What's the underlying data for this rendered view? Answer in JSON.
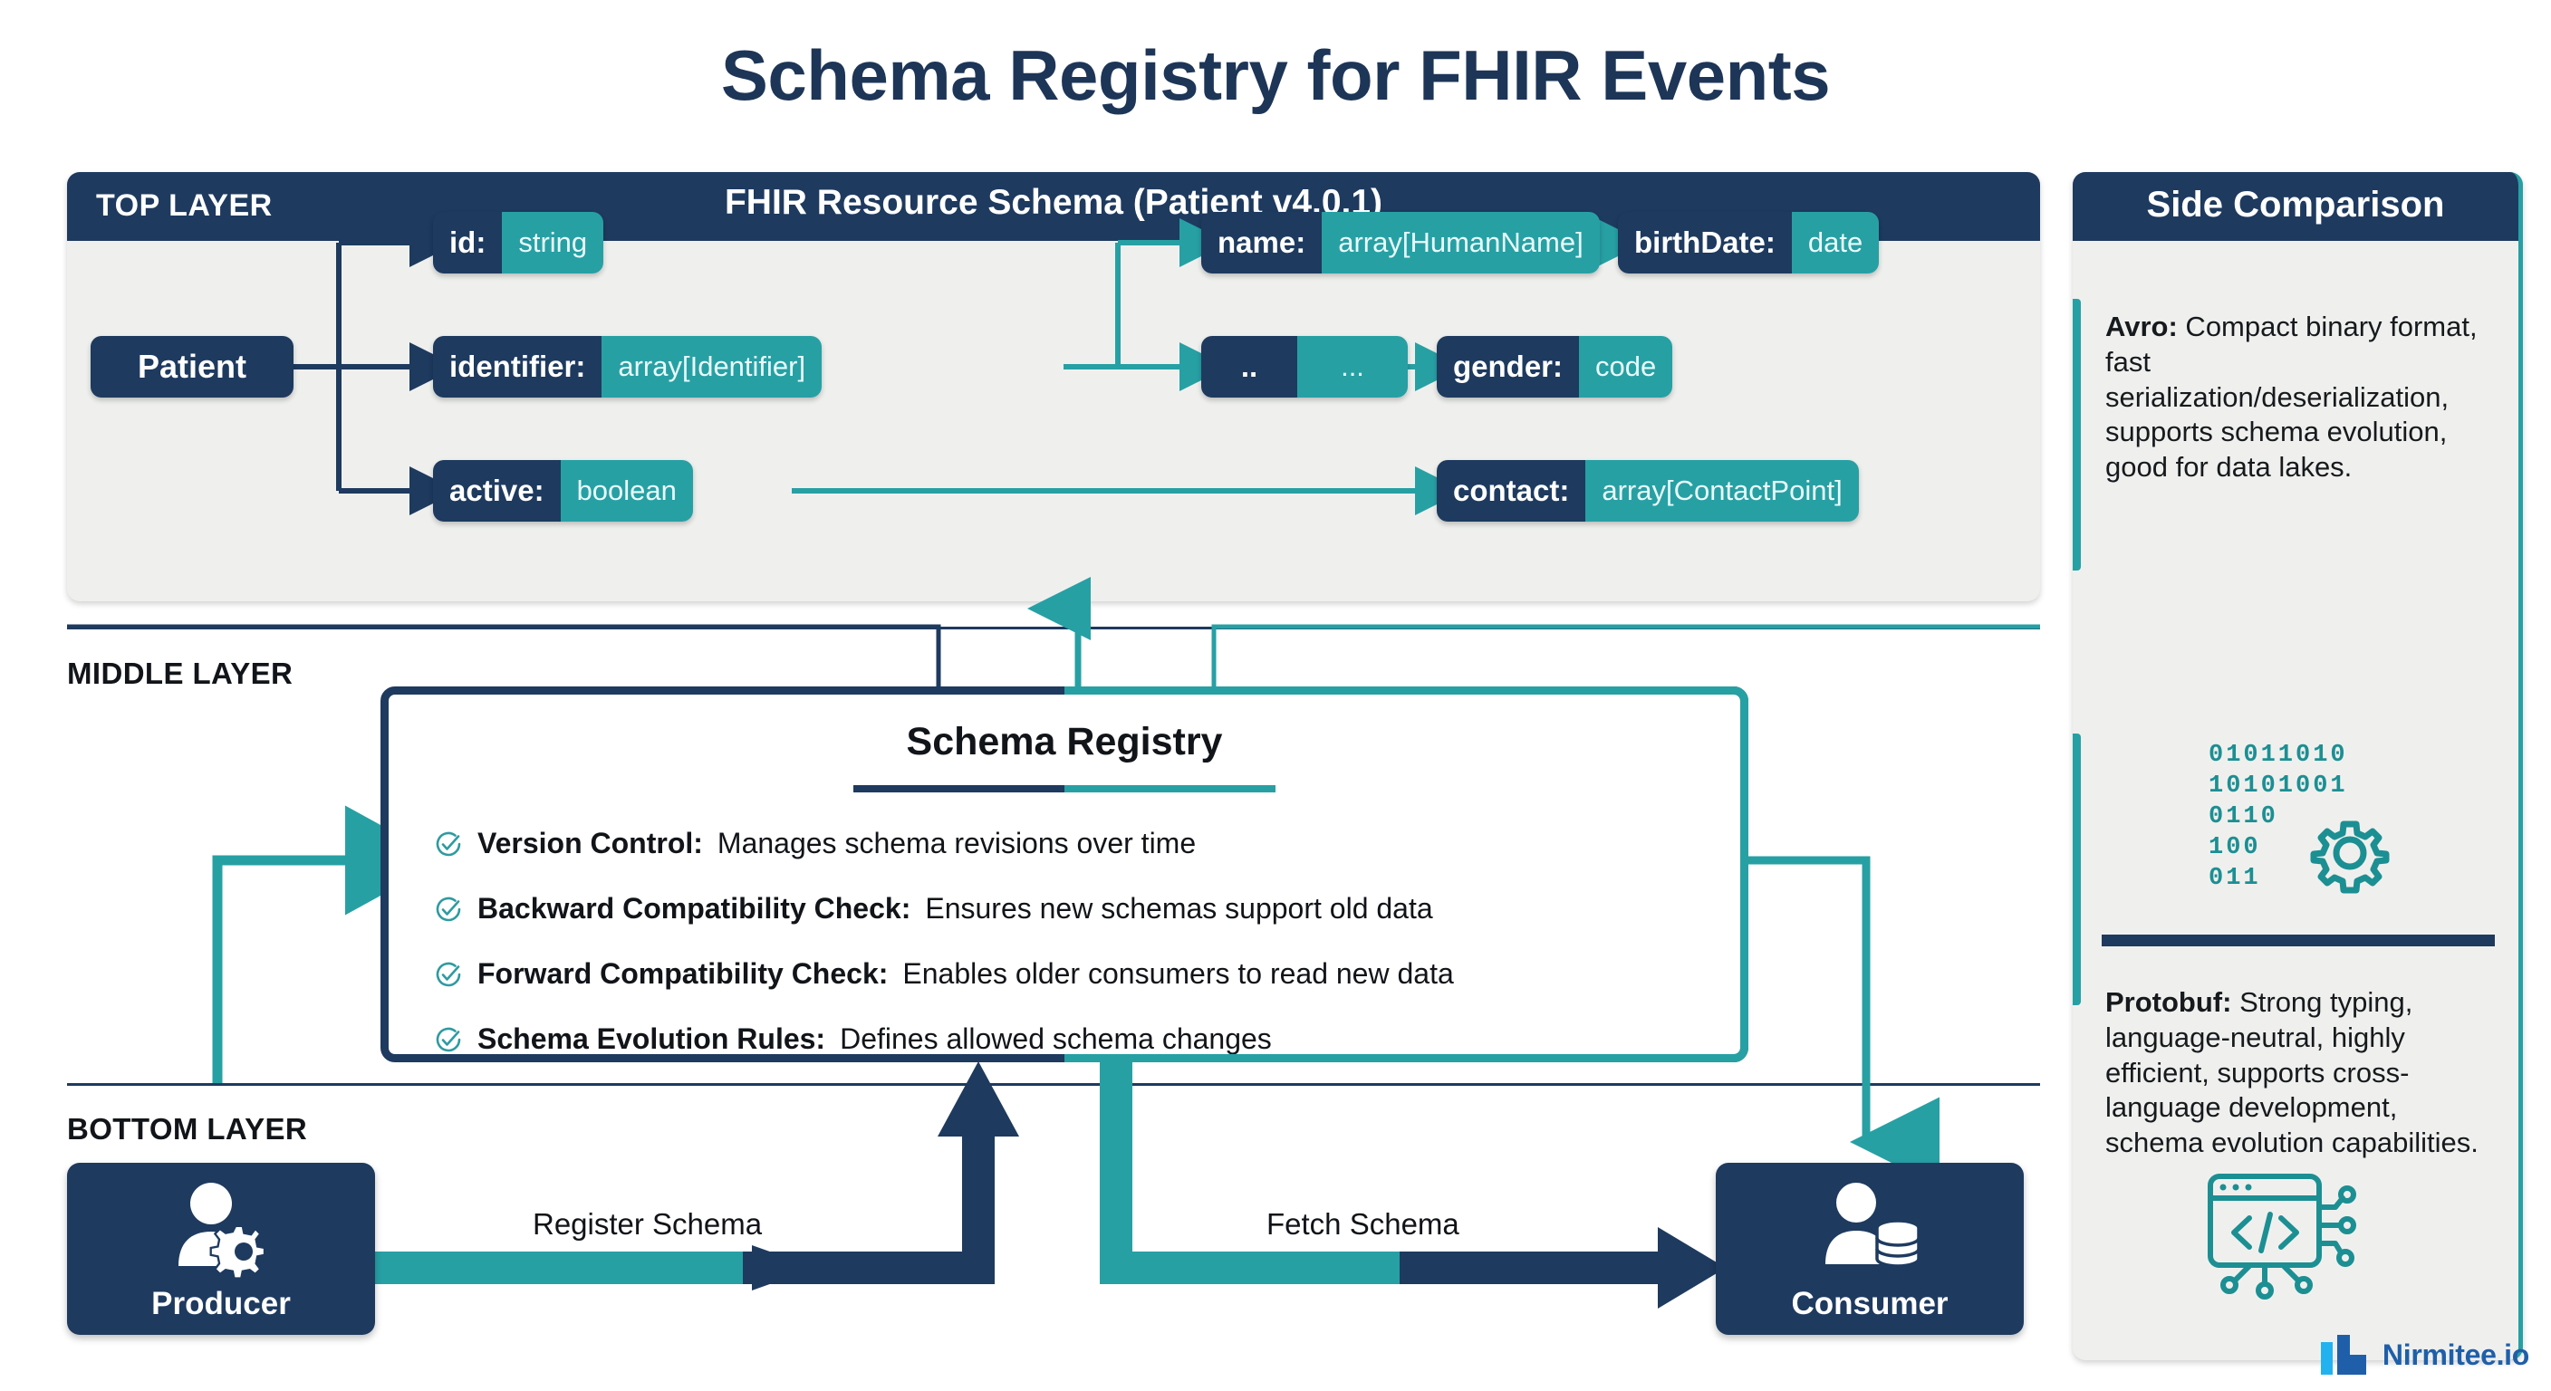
{
  "title": "Schema Registry for FHIR Events",
  "top_layer": {
    "layer_tag": "TOP LAYER",
    "card_title": "FHIR Resource Schema (Patient v4.0.1)",
    "root_node": "Patient",
    "fields": [
      {
        "key": "id:",
        "type": "string"
      },
      {
        "key": "identifier:",
        "type": "array[Identifier]"
      },
      {
        "key": "active:",
        "type": "boolean"
      },
      {
        "key": "name:",
        "type": "array[HumanName]"
      },
      {
        "key": "birthDate:",
        "type": "date"
      },
      {
        "key": "..",
        "type": "..."
      },
      {
        "key": "gender:",
        "type": "code"
      },
      {
        "key": "contact:",
        "type": "array[ContactPoint]"
      }
    ]
  },
  "middle_layer": {
    "layer_tag": "MIDDLE LAYER",
    "panel_title": "Schema Registry",
    "items": [
      {
        "bold": "Version Control:",
        "rest": "Manages schema revisions over time"
      },
      {
        "bold": "Backward Compatibility Check:",
        "rest": "Ensures new schemas support old data"
      },
      {
        "bold": "Forward Compatibility Check:",
        "rest": "Enables older consumers to read new data"
      },
      {
        "bold": "Schema Evolution Rules:",
        "rest": "Defines allowed schema changes"
      }
    ]
  },
  "bottom_layer": {
    "layer_tag": "BOTTOM LAYER",
    "producer_label": "Producer",
    "consumer_label": "Consumer",
    "register_flow_label": "Register Schema",
    "fetch_flow_label": "Fetch Schema"
  },
  "side_comparison": {
    "title": "Side Comparison",
    "avro_bold": "Avro:",
    "avro_text": " Compact binary format, fast serialization/deserialization, supports schema evolution, good for data lakes.",
    "protobuf_bold": "Protobuf:",
    "protobuf_text": " Strong typing, language-neutral, highly efficient, supports cross-language development, schema evolution capabilities.",
    "binary_rows": [
      "01011010",
      "10101001",
      "0110",
      "100",
      "011"
    ]
  },
  "brand": {
    "name": "Nirmitee.io"
  },
  "colors": {
    "navy": "#1e3a5f",
    "teal": "#27a0a4",
    "card_bg": "#eff0ee",
    "title_navy": "#1d3557",
    "brand_blue": "#1f5fa9",
    "brand_cyan": "#22b2f0"
  }
}
